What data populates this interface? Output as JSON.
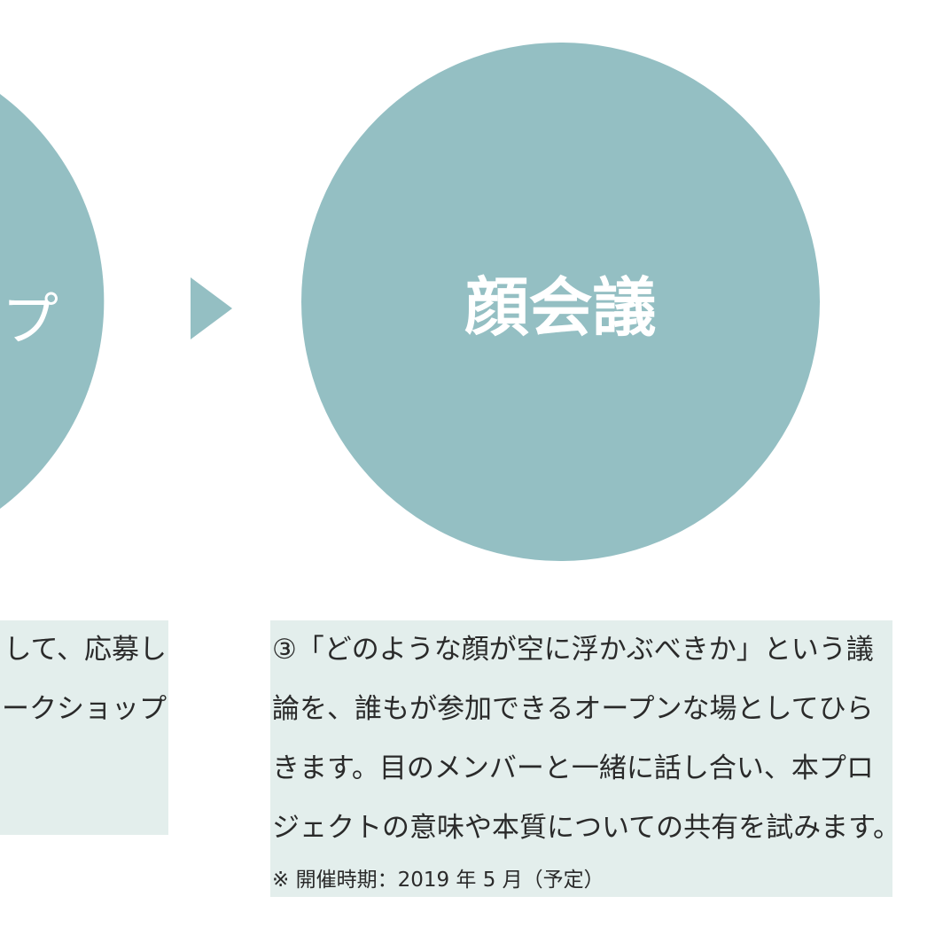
{
  "left_step": {
    "title_fragment": "プ",
    "text_lines": [
      "して、応募し",
      "ークショップ"
    ]
  },
  "right_step": {
    "title": "顔会議",
    "text_lines": [
      "③「どのような顔が空に浮かぶべきか」という議",
      "論を、誰もが参加できるオープンな場としてひら",
      "きます。目のメンバーと一緒に話し合い、本プロ",
      "ジェクトの意味や本質についての共有を試みます。"
    ],
    "note": "※ 開催時期：2019 年 5 月（予定）"
  },
  "colors": {
    "circle": "#94bfc3",
    "box": "#e3eeec"
  }
}
